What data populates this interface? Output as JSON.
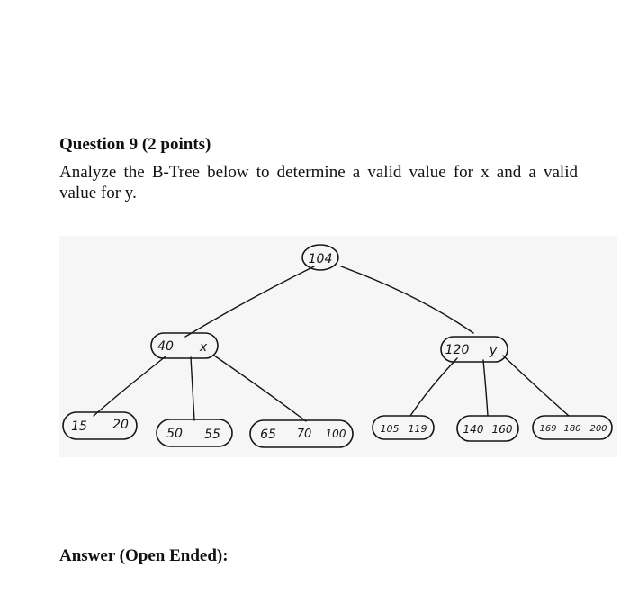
{
  "question": {
    "title": "Question 9 (2 points)",
    "text": "Analyze the B-Tree below to determine a valid value for x and a valid value for y."
  },
  "answer": {
    "label": "Answer (Open Ended):"
  },
  "btree": {
    "root": "104",
    "internal_left": {
      "key1": "40",
      "key2": "x"
    },
    "internal_right": {
      "key1": "120",
      "key2": "y"
    },
    "leaves": [
      {
        "k1": "15",
        "k2": "20"
      },
      {
        "k1": "50",
        "k2": "55"
      },
      {
        "k1": "65",
        "k2": "70",
        "k3": "100"
      },
      {
        "k1": "105",
        "k2": "119"
      },
      {
        "k1": "140",
        "k2": "160"
      },
      {
        "k1": "169",
        "k2": "180",
        "k3": "200"
      }
    ]
  },
  "colors": {
    "ink": "#151515",
    "background": "#ffffff"
  }
}
